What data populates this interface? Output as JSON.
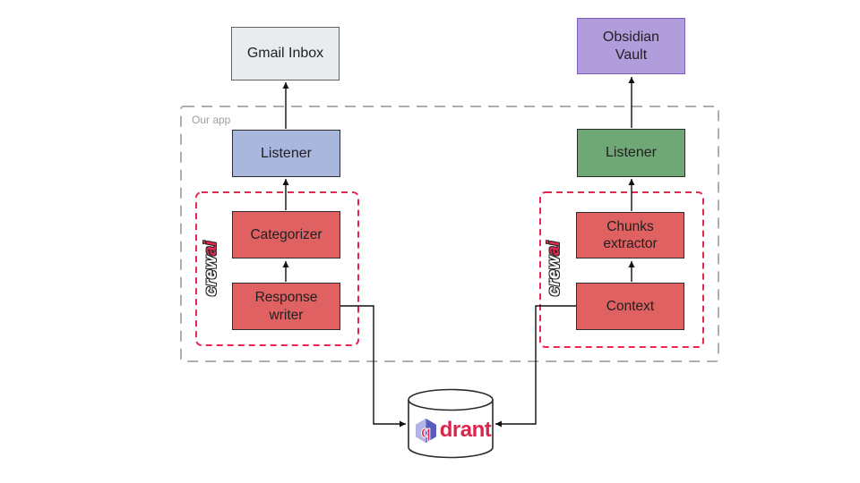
{
  "diagram": {
    "group_label": "Our app",
    "nodes": {
      "gmail_inbox": {
        "label": "Gmail Inbox"
      },
      "obsidian_vault": {
        "line1": "Obsidian",
        "line2": "Vault"
      },
      "listener_left": {
        "label": "Listener"
      },
      "listener_right": {
        "label": "Listener"
      },
      "categorizer": {
        "label": "Categorizer"
      },
      "response_writer": {
        "line1": "Response",
        "line2": "writer"
      },
      "chunks_extractor": {
        "line1": "Chunks",
        "line2": "extractor"
      },
      "context": {
        "label": "Context"
      },
      "qdrant_db": {
        "logo_letter": "q",
        "wordmark": "drant"
      }
    },
    "crewai_logo": {
      "part1": "crew",
      "part2": "ai"
    },
    "colors": {
      "gmail_inbox_fill": "#e9ecef",
      "obsidian_vault_fill": "#b19ddc",
      "listener_left_fill": "#a9b6de",
      "listener_right_fill": "#6fa876",
      "agent_box_fill": "#df6161",
      "crew_frame_dash": "#e8254e",
      "app_frame_dash": "#aeaeae",
      "qdrant_brand_red": "#dc244c",
      "arrow_color": "#111111"
    }
  }
}
